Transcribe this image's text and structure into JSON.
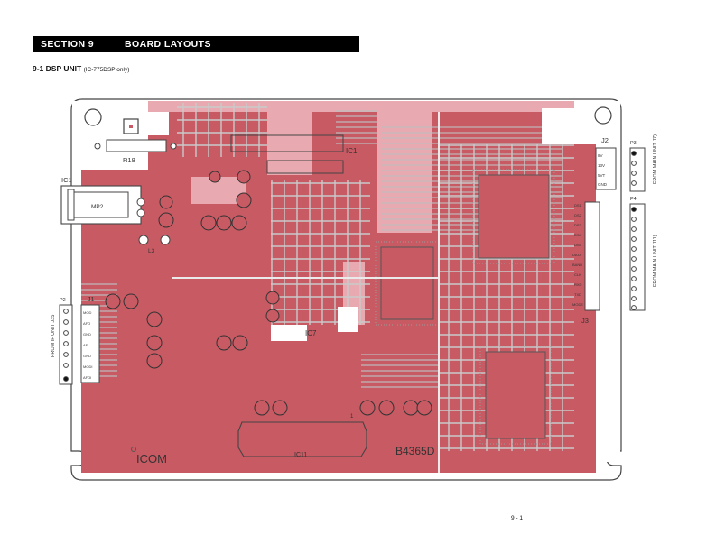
{
  "section": {
    "number": "SECTION 9",
    "title": "BOARD LAYOUTS"
  },
  "subsection": {
    "number": "9-1",
    "title": "DSP UNIT",
    "note": "(IC-775DSP only)"
  },
  "board": {
    "labels": {
      "ic_top": "IC1",
      "ic_bottom_center": "IC7",
      "ic_bottom": "IC11",
      "reg_ic": "IC1",
      "reg_part": "MP2",
      "resistor": "R18",
      "inductor": "L3",
      "brand": "ICOM",
      "board_code": "B4365D",
      "pin_one": "1"
    },
    "connectors": {
      "j2": {
        "ref": "J2",
        "plug": "P3",
        "caption": "FROM MAIN UNIT J7)",
        "pins": [
          "8V",
          "13V",
          "5VT",
          "GND"
        ]
      },
      "j3": {
        "ref": "J3",
        "plug": "P4",
        "caption": "FROM MAIN UNIT J11)",
        "pins": [
          "DS1",
          "DS2",
          "DS3",
          "DS4",
          "DS5",
          "DATA",
          "BAND",
          "CLK",
          "RXD",
          "TXD",
          "MODE"
        ]
      },
      "j1": {
        "ref": "J1",
        "plug": "P2",
        "caption": "FROM IF UNIT J35",
        "pins": [
          "MOD",
          "AFO",
          "GND",
          "AFI",
          "GND",
          "MODI",
          "AFOI"
        ]
      }
    }
  },
  "footer": {
    "page": "9 - 1"
  },
  "colors": {
    "board_red": "#c75a63",
    "board_pink": "#e8aab0",
    "copper_grey": "#b9b9b9",
    "outline": "#444444"
  }
}
